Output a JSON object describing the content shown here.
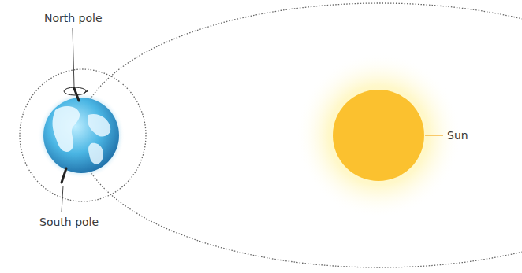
{
  "diagram": {
    "labels": [
      "North pole",
      "South pole",
      "Sun"
    ]
  }
}
